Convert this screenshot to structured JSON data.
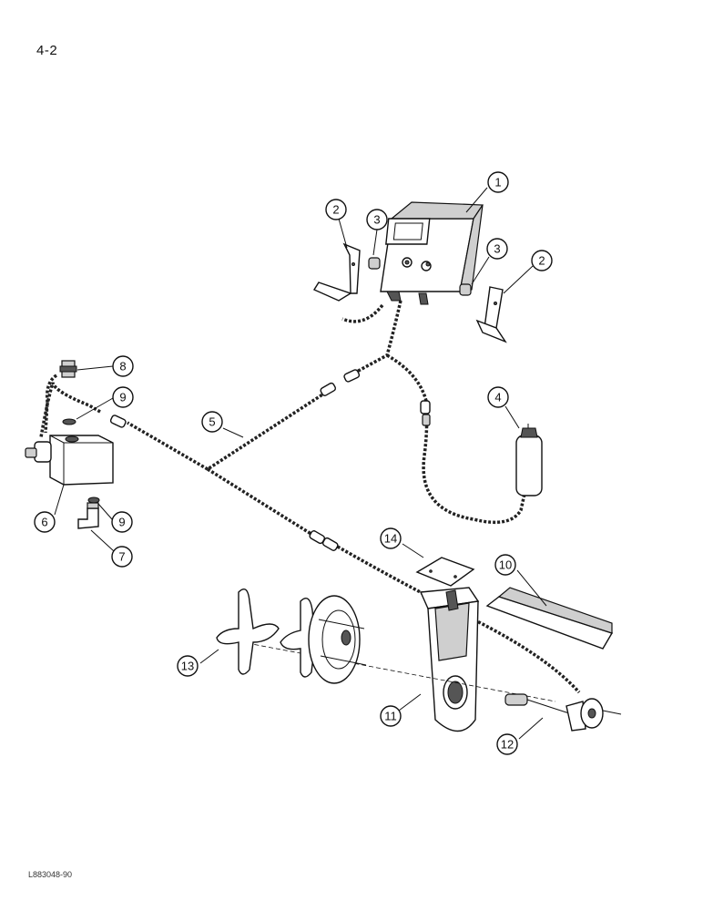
{
  "page": {
    "number": "4-2",
    "figure_code": "L883048-90"
  },
  "callouts": {
    "c1": "1",
    "c2a": "2",
    "c2b": "2",
    "c3a": "3",
    "c3b": "3",
    "c4": "4",
    "c5": "5",
    "c6": "6",
    "c7": "7",
    "c8": "8",
    "c9a": "9",
    "c9b": "9",
    "c10": "10",
    "c11": "11",
    "c12": "12",
    "c13": "13",
    "c14": "14"
  }
}
